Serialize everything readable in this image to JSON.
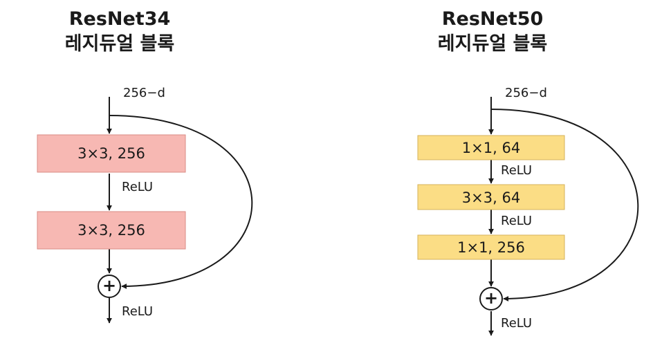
{
  "resnet34": {
    "title": "ResNet34",
    "subtitle": "레지듀얼 블록",
    "input_label": "256−d",
    "layers": [
      "3×3, 256",
      "3×3, 256"
    ],
    "between_label": "ReLU",
    "output_label": "ReLU",
    "box_color": "#f7b8b3",
    "box_border": "#d98b86"
  },
  "resnet50": {
    "title": "ResNet50",
    "subtitle": "레지듀얼 블록",
    "input_label": "256−d",
    "layers": [
      "1×1, 64",
      "3×3, 64",
      "1×1, 256"
    ],
    "between_labels": [
      "ReLU",
      "ReLU"
    ],
    "output_label": "ReLU",
    "box_color": "#fbdd85",
    "box_border": "#d6b25a"
  },
  "add_symbol": "+",
  "line_color": "#1a1a1a"
}
